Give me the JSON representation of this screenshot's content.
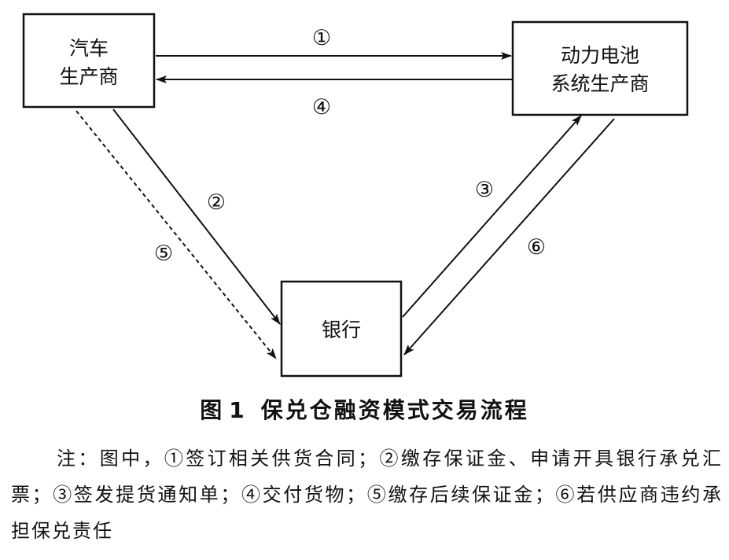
{
  "diagram": {
    "nodes": {
      "car_maker": {
        "line1": "汽车",
        "line2": "生产商"
      },
      "battery_maker": {
        "line1": "动力电池",
        "line2": "系统生产商"
      },
      "bank": {
        "label": "银行"
      }
    },
    "steps": {
      "s1": "①",
      "s2": "②",
      "s3": "③",
      "s4": "④",
      "s5": "⑤",
      "s6": "⑥"
    }
  },
  "caption": {
    "prefix": "图",
    "number": "1",
    "title": "保兑仓融资模式交易流程"
  },
  "note": {
    "text": "注：图中，①签订相关供货合同；②缴存保证金、申请开具银行承兑汇票；③签发提货通知单；④交付货物；⑤缴存后续保证金；⑥若供应商违约承担保兑责任"
  }
}
